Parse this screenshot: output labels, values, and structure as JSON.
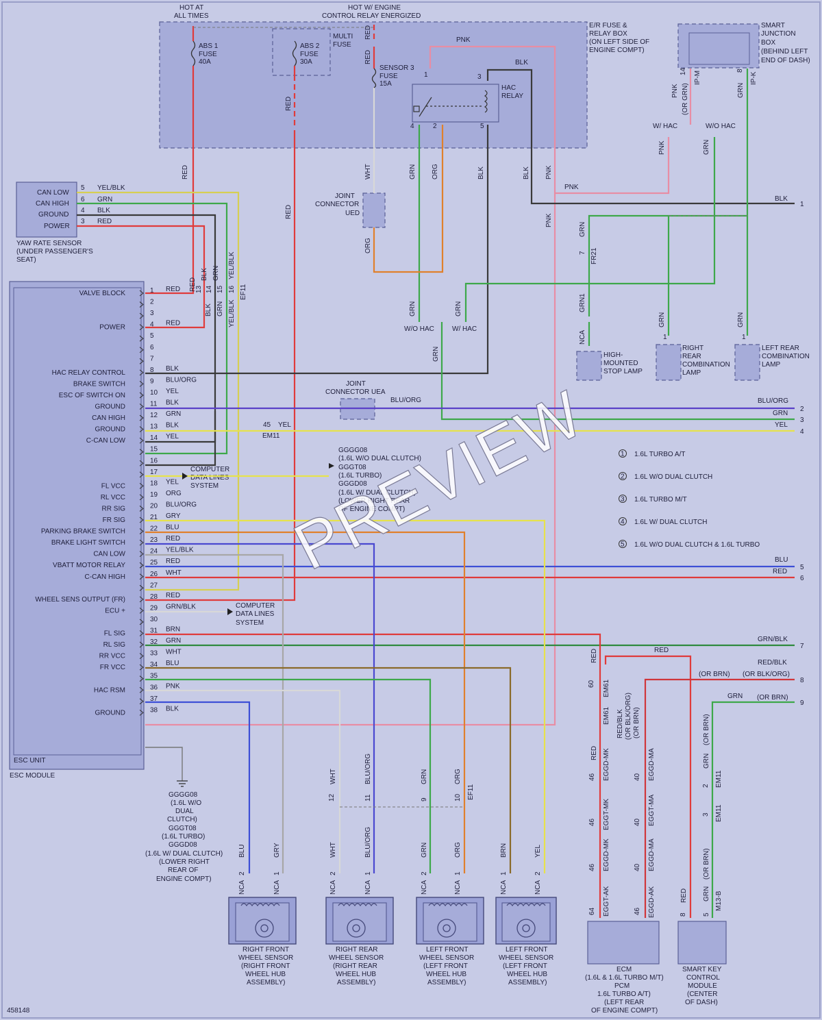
{
  "colors": {
    "RED": "#e03b3b",
    "GRN": "#3da84a",
    "BLK": "#3a3a3a",
    "BLU": "#3d4fd6",
    "YEL": "#e6e24c",
    "ORG": "#e0802c",
    "PNK": "#e88da4",
    "GRY": "#a7a7a7",
    "WHT": "#d8d8d8",
    "BRN": "#8a6a2a",
    "GRNBLK": "#2e8a3e",
    "YELBLK": "#d6cf52",
    "BLUORG": "#4a48d0",
    "REDBLK": "#d0363a",
    "PURP": "#5a40c8"
  },
  "texts": {
    "hot_all": "HOT AT",
    "hot_all2": "ALL TIMES",
    "hot_eng": "HOT W/ ENGINE",
    "hot_eng2": "CONTROL RELAY ENERGIZED",
    "abs1": "ABS 1",
    "abs1b": "FUSE",
    "abs1c": "40A",
    "abs2": "ABS 2",
    "abs2b": "FUSE",
    "abs2c": "30A",
    "multi": "MULTI",
    "multi2": "FUSE",
    "sens3": "SENSOR 3",
    "sens3b": "FUSE",
    "sens3c": "15A",
    "hacrelay": "HAC",
    "hacrelay2": "RELAY",
    "er1": "E/R FUSE &",
    "er2": "RELAY BOX",
    "er3": "(ON LEFT SIDE OF",
    "er4": "ENGINE COMPT)",
    "sjb1": "SMART",
    "sjb2": "JUNCTION",
    "sjb3": "BOX",
    "sjb4": "(BEHIND LEFT",
    "sjb5": "END OF DASH)",
    "iipm": "IP-M",
    "iipk": "IP-K",
    "yaw1": "YAW RATE SENSOR",
    "yaw2": "(UNDER PASSENGER'S",
    "yaw3": "SEAT)",
    "canlow": "CAN LOW",
    "canhigh": "CAN HIGH",
    "ground": "GROUND",
    "power": "POWER",
    "jcued1": "JOINT",
    "jcued2": "CONNECTOR",
    "jcued3": "UED",
    "jcuea1": "JOINT",
    "jcuea2": "CONNECTOR UEA",
    "whac": "W/ HAC",
    "wohac": "W/O HAC",
    "hmsl1": "HIGH-",
    "hmsl2": "MOUNTED",
    "hmsl3": "STOP LAMP",
    "rr1": "RIGHT",
    "rr2": "REAR",
    "rr3": "COMBINATION",
    "rr4": "LAMP",
    "lr1": "LEFT REAR",
    "lr2": "COMBINATION",
    "lr3": "LAMP",
    "cdl1": "COMPUTER",
    "cdl2": "DATA LINES",
    "cdl3": "SYSTEM",
    "gg1": "GGGG08",
    "gg2": "(1.6L W/O DUAL CLUTCH)",
    "gg3": "GGGT08",
    "gg4": "(1.6L TURBO)",
    "gg5": "GGGD08",
    "gg6": "(1.6L W/ DUAL CLUTCH)",
    "gg7": "(LOWER RIGHT REAR",
    "gg8": "OF ENGINE COMPT)",
    "l1": "1.6L TURBO A/T",
    "l2": "1.6L W/O DUAL CLUTCH",
    "l3": "1.6L TURBO M/T",
    "l4": "1.6L W/ DUAL CLUTCH",
    "l5": "1.6L W/O DUAL CLUTCH & 1.6L TURBO",
    "escunit": "ESC UNIT",
    "escmod": "ESC MODULE",
    "bg1": "GGGG08",
    "bg2": "(1.6L W/O",
    "bg3": "DUAL",
    "bg4": "CLUTCH)",
    "bg5": "GGGT08",
    "bg6": "(1.6L TURBO)",
    "bg7": "GGGD08",
    "bg8": "(1.6L W/ DUAL CLUTCH)",
    "bg9": "(LOWER RIGHT",
    "bg10": "REAR OF",
    "bg11": "ENGINE COMPT)",
    "rfw1": "RIGHT FRONT",
    "rfw2": "WHEEL SENSOR",
    "rfw3": "(RIGHT FRONT",
    "rfw4": "WHEEL HUB",
    "rfw5": "ASSEMBLY)",
    "rrw1": "RIGHT REAR",
    "rrw2": "WHEEL SENSOR",
    "rrw3": "(RIGHT REAR",
    "rrw4": "WHEEL HUB",
    "rrw5": "ASSEMBLY)",
    "lfw1": "LEFT FRONT",
    "lfw2": "WHEEL SENSOR",
    "lfw3": "(LEFT FRONT",
    "lfw4": "WHEEL HUB",
    "lfw5": "ASSEMBLY)",
    "lfw21": "LEFT FRONT",
    "lfw22": "WHEEL SENSOR",
    "lfw23": "(LEFT FRONT",
    "lfw24": "WHEEL HUB",
    "lfw25": "ASSEMBLY)",
    "ecm1": "ECM",
    "ecm2": "(1.6L & 1.6L TURBO M/T)",
    "ecm3": "PCM",
    "ecm4": "1.6L TURBO A/T)",
    "ecm5": "(LEFT REAR",
    "ecm6": "OF ENGINE COMPT)",
    "skm1": "SMART KEY",
    "skm2": "CONTROL",
    "skm3": "MODULE",
    "skm4": "(CENTER",
    "skm5": "OF DASH)",
    "orbrn": "(OR BRN)",
    "orblkorg": "(OR BLK/ORG)",
    "orgrn": "(OR GRN)",
    "redblk": "RED/BLK",
    "redblkv": "RED/BLK",
    "orblkorgv": "(OR BLK/ORG)",
    "orbrnv": "(OR BRN)",
    "nca": "NCA",
    "docid": "458148",
    "watermark": "PREVIEW",
    "em11": "EM11",
    "ef11": "EF11",
    "fr21": "FR21",
    "em61": "EM61",
    "eggdmk": "EGGD-MK",
    "eggtmk": "EGGT-MK",
    "eggdma": "EGGD-MA",
    "eggtma": "EGGT-MA",
    "eggtak": "EGGT-AK",
    "eggdak": "EGGD-AK",
    "m13b": "M13-B",
    "mr11": "EM11"
  },
  "esc_pins": [
    {
      "n": "1",
      "label": "VALVE BLOCK",
      "wire": "RED"
    },
    {
      "n": "2",
      "label": "",
      "wire": ""
    },
    {
      "n": "3",
      "label": "",
      "wire": ""
    },
    {
      "n": "4",
      "label": "POWER",
      "wire": "RED"
    },
    {
      "n": "5",
      "label": "",
      "wire": ""
    },
    {
      "n": "6",
      "label": "",
      "wire": ""
    },
    {
      "n": "7",
      "label": "",
      "wire": ""
    },
    {
      "n": "8",
      "label": "HAC RELAY CONTROL",
      "wire": "BLK"
    },
    {
      "n": "9",
      "label": "BRAKE SWITCH",
      "wire": "BLU/ORG"
    },
    {
      "n": "10",
      "label": "ESC OF SWITCH ON",
      "wire": "YEL"
    },
    {
      "n": "11",
      "label": "GROUND",
      "wire": "BLK"
    },
    {
      "n": "12",
      "label": "CAN HIGH",
      "wire": "GRN"
    },
    {
      "n": "13",
      "label": "GROUND",
      "wire": "BLK"
    },
    {
      "n": "14",
      "label": "C-CAN LOW",
      "wire": "YEL"
    },
    {
      "n": "15",
      "label": "",
      "wire": ""
    },
    {
      "n": "16",
      "label": "",
      "wire": ""
    },
    {
      "n": "17",
      "label": "",
      "wire": ""
    },
    {
      "n": "18",
      "label": "FL VCC",
      "wire": "YEL"
    },
    {
      "n": "19",
      "label": "RL VCC",
      "wire": "ORG"
    },
    {
      "n": "20",
      "label": "RR SIG",
      "wire": "BLU/ORG"
    },
    {
      "n": "21",
      "label": "FR SIG",
      "wire": "GRY"
    },
    {
      "n": "22",
      "label": "PARKING BRAKE SWITCH",
      "wire": "BLU"
    },
    {
      "n": "23",
      "label": "BRAKE LIGHT SWITCH",
      "wire": "RED"
    },
    {
      "n": "24",
      "label": "CAN LOW",
      "wire": "YEL/BLK"
    },
    {
      "n": "25",
      "label": "VBATT MOTOR RELAY",
      "wire": "RED"
    },
    {
      "n": "26",
      "label": "C-CAN HIGH",
      "wire": "WHT"
    },
    {
      "n": "27",
      "label": "",
      "wire": ""
    },
    {
      "n": "28",
      "label": "WHEEL SENS OUTPUT (FR)",
      "wire": "RED"
    },
    {
      "n": "29",
      "label": "ECU +",
      "wire": "GRN/BLK"
    },
    {
      "n": "30",
      "label": "",
      "wire": ""
    },
    {
      "n": "31",
      "label": "FL SIG",
      "wire": "BRN"
    },
    {
      "n": "32",
      "label": "RL SIG",
      "wire": "GRN"
    },
    {
      "n": "33",
      "label": "RR VCC",
      "wire": "WHT"
    },
    {
      "n": "34",
      "label": "FR VCC",
      "wire": "BLU"
    },
    {
      "n": "35",
      "label": "",
      "wire": ""
    },
    {
      "n": "36",
      "label": "HAC RSM",
      "wire": "PNK"
    },
    {
      "n": "37",
      "label": "",
      "wire": ""
    },
    {
      "n": "38",
      "label": "GROUND",
      "wire": "BLK"
    }
  ],
  "yaw_pins": [
    {
      "n": "5",
      "wire": "YEL/BLK"
    },
    {
      "n": "6",
      "wire": "GRN"
    },
    {
      "n": "4",
      "wire": "BLK"
    },
    {
      "n": "3",
      "wire": "RED"
    }
  ],
  "right_refs": [
    {
      "n": "1",
      "wire": "BLK"
    },
    {
      "n": "2",
      "wire": "BLU/ORG"
    },
    {
      "n": "3",
      "wire": "GRN"
    },
    {
      "n": "4",
      "wire": "YEL"
    },
    {
      "n": "5",
      "wire": "BLU"
    },
    {
      "n": "6",
      "wire": "RED"
    },
    {
      "n": "7",
      "wire": "GRN/BLK"
    },
    {
      "n": "8",
      "wire": "RED/BLK"
    },
    {
      "n": "9",
      "wire": "GRN"
    }
  ],
  "wire_labels": {
    "red": "RED",
    "grn": "GRN",
    "blk": "BLK",
    "blu": "BLU",
    "yel": "YEL",
    "org": "ORG",
    "pnk": "PNK",
    "gry": "GRY",
    "wht": "WHT",
    "brn": "BRN",
    "bluorg": "BLU/ORG",
    "yelblk": "YEL/BLK",
    "grnblk": "GRN/BLK"
  },
  "nums": {
    "p1": "1",
    "p2": "2",
    "p3": "3",
    "p4": "4",
    "p5": "5",
    "p6": "6",
    "p7": "7",
    "p8": "8",
    "p9": "9",
    "p10": "10",
    "p11": "11",
    "p12": "12",
    "p13": "13",
    "p14": "14",
    "p15": "15",
    "p16": "16",
    "p40": "40",
    "p45": "45",
    "p46": "46",
    "p60": "60",
    "p64": "64"
  }
}
